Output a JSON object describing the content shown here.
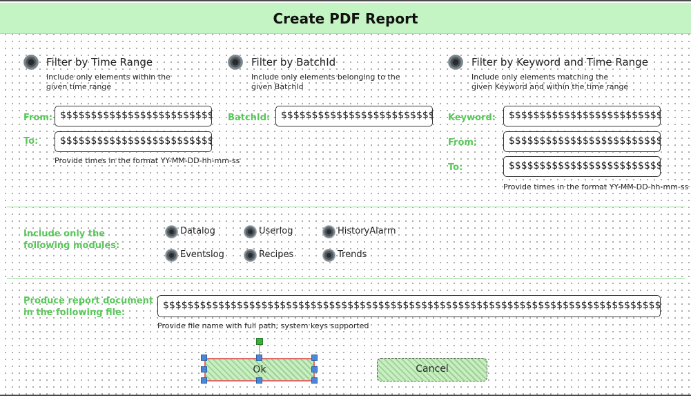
{
  "header": {
    "title": "Create PDF Report"
  },
  "filters": {
    "time_range": {
      "title": "Filter by Time Range",
      "description": "Include only elements within the given time range",
      "from_label": "From:",
      "from_value": "$$$$$$$$$$$$$$$$$$$$$$$$$",
      "to_label": "To:",
      "to_value": "$$$$$$$$$$$$$$$$$$$$$$$$$",
      "hint": "Provide times in the format YY-MM-DD-hh-mm-ss"
    },
    "batch": {
      "title": "Filter by BatchId",
      "description": "Include only elements belonging to the given BatchId",
      "batch_label": "BatchId:",
      "batch_value": "$$$$$$$$$$$$$$$$$$$$$$$$$"
    },
    "keyword": {
      "title": "Filter by Keyword and Time Range",
      "description": "Include only elements matching the given Keyword and within the time range",
      "keyword_label": "Keyword:",
      "keyword_value": "$$$$$$$$$$$$$$$$$$$$$$$$$",
      "from_label": "From:",
      "from_value": "$$$$$$$$$$$$$$$$$$$$$$$$$",
      "to_label": "To:",
      "to_value": "$$$$$$$$$$$$$$$$$$$$$$$$$",
      "hint": "Provide times in the format YY-MM-DD-hh-mm-ss"
    }
  },
  "modules": {
    "label": "Include only the following modules:",
    "items": [
      "Datalog",
      "Userlog",
      "HistoryAlarm",
      "Eventslog",
      "Recipes",
      "Trends"
    ]
  },
  "output": {
    "label": "Produce report document in the following file:",
    "value": "$$$$$$$$$$$$$$$$$$$$$$$$$$$$$$$$$$$$$$$$$$$$$$$$$$$$$$$$$$$$$$$$$$$$$$$$$$$$$$$$$$$$",
    "hint": "Provide file name with full path; system keys supported"
  },
  "buttons": {
    "ok": "Ok",
    "cancel": "Cancel"
  },
  "colors": {
    "header_bg": "#c4f4c4",
    "label_green": "#59c759",
    "divider": "#8fd88f",
    "ok_border": "#e06a6a",
    "handle_blue": "#4a87d8"
  }
}
